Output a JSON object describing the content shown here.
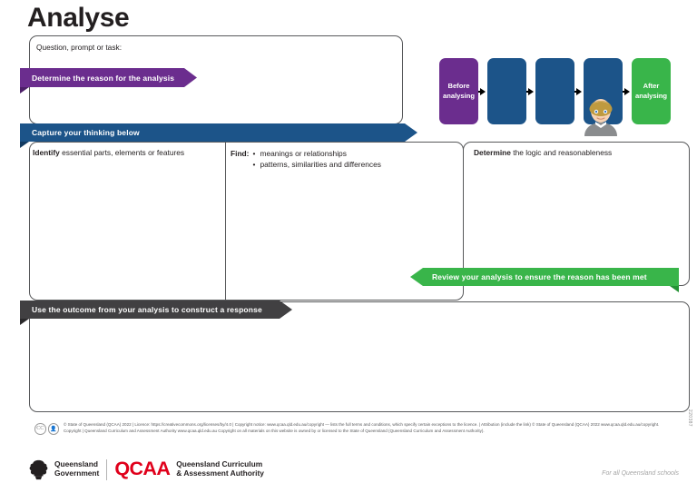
{
  "page": {
    "title": "Analyse",
    "tagline": "For all Queensland schools",
    "side_code": "220387"
  },
  "fields": {
    "question_label": "Question, prompt or task:",
    "identify_label_bold": "Identify",
    "identify_label_rest": " essential parts, elements or features",
    "find_label_bold": "Find:",
    "find_bullets": [
      "meanings or relationships",
      "patterns, similarities and differences"
    ],
    "determine_label_bold": "Determine",
    "determine_label_rest": " the logic and reasonableness"
  },
  "ribbons": {
    "reason": "Determine the reason for the analysis",
    "capture": "Capture your thinking below",
    "review": "Review your analysis to ensure the reason has been met",
    "response": "Use the outcome from your analysis to construct a response"
  },
  "flow": {
    "nodes": [
      {
        "label": "Before analysing",
        "color": "#6b2d8e",
        "kind": "purple"
      },
      {
        "label": "",
        "color": "#1c5489",
        "kind": "blue"
      },
      {
        "label": "",
        "color": "#1c5489",
        "kind": "blue"
      },
      {
        "label": "",
        "color": "#1c5489",
        "kind": "blue"
      },
      {
        "label": "After analysing",
        "color": "#39b54a",
        "kind": "green"
      }
    ]
  },
  "colors": {
    "purple": "#6b2d8e",
    "blue": "#1c5489",
    "green": "#39b54a",
    "dark_grey": "#414042",
    "qcaa_red": "#e0001b",
    "border": "#58595b"
  },
  "footer": {
    "cc_icons": [
      "cc-icon",
      "by-icon"
    ],
    "copyright": "© State of Queensland (QCAA) 2022 | Licence: https://creativecommons.org/licenses/by/4.0 | Copyright notice: www.qcaa.qld.edu.au/copyright — lists the full terms and conditions, which specify certain exceptions to the licence. | Attribution (include the link) © State of Queensland (QCAA) 2022 www.qcaa.qld.edu.au/copyright. Copyright | Queensland Curriculum and Assessment Authority www.qcaa.qld.edu.au Copyright on all materials on this website is owned by or licensed to the State of Queensland (Queensland Curriculum and Assessment Authority).",
    "qld_line1": "Queensland",
    "qld_line2": "Government",
    "qcaa_word": "QCAA",
    "qcaa_sub_line1": "Queensland Curriculum",
    "qcaa_sub_line2": "& Assessment Authority"
  }
}
